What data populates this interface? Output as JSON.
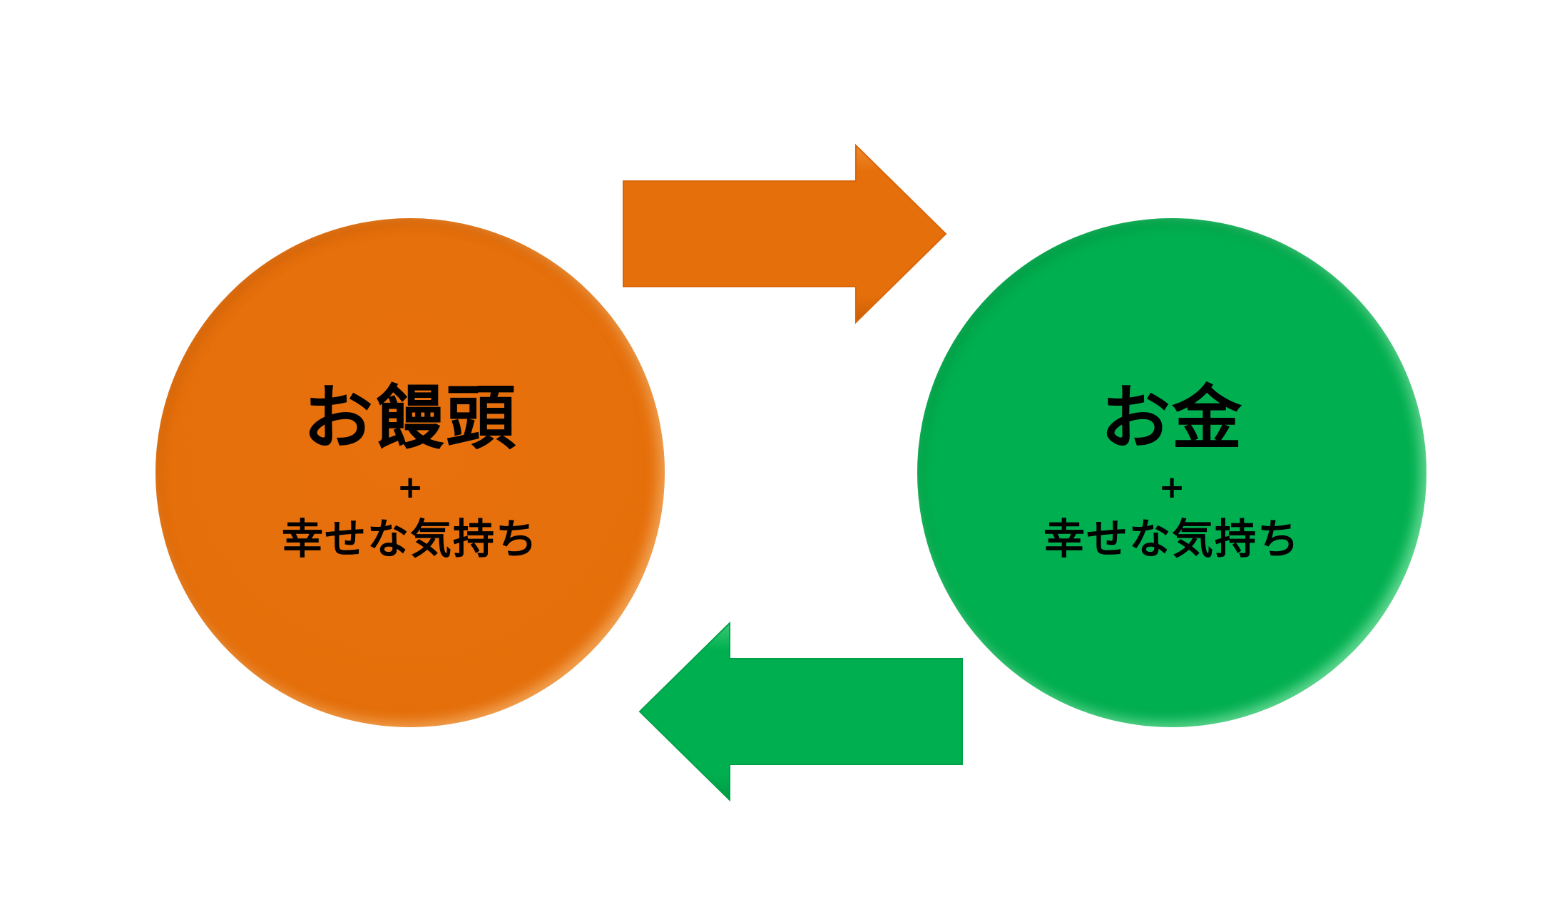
{
  "colors": {
    "left_circle": "#e56f0a",
    "right_circle": "#00b050",
    "arrow_right": "#e56f0a",
    "arrow_left": "#00b050"
  },
  "left_node": {
    "title": "お饅頭",
    "plus": "+",
    "subtitle": "幸せな気持ち"
  },
  "right_node": {
    "title": "お金",
    "plus": "+",
    "subtitle": "幸せな気持ち"
  },
  "arrows": {
    "top": {
      "direction": "right",
      "icon": "arrow-right-icon"
    },
    "bottom": {
      "direction": "left",
      "icon": "arrow-left-icon"
    }
  }
}
